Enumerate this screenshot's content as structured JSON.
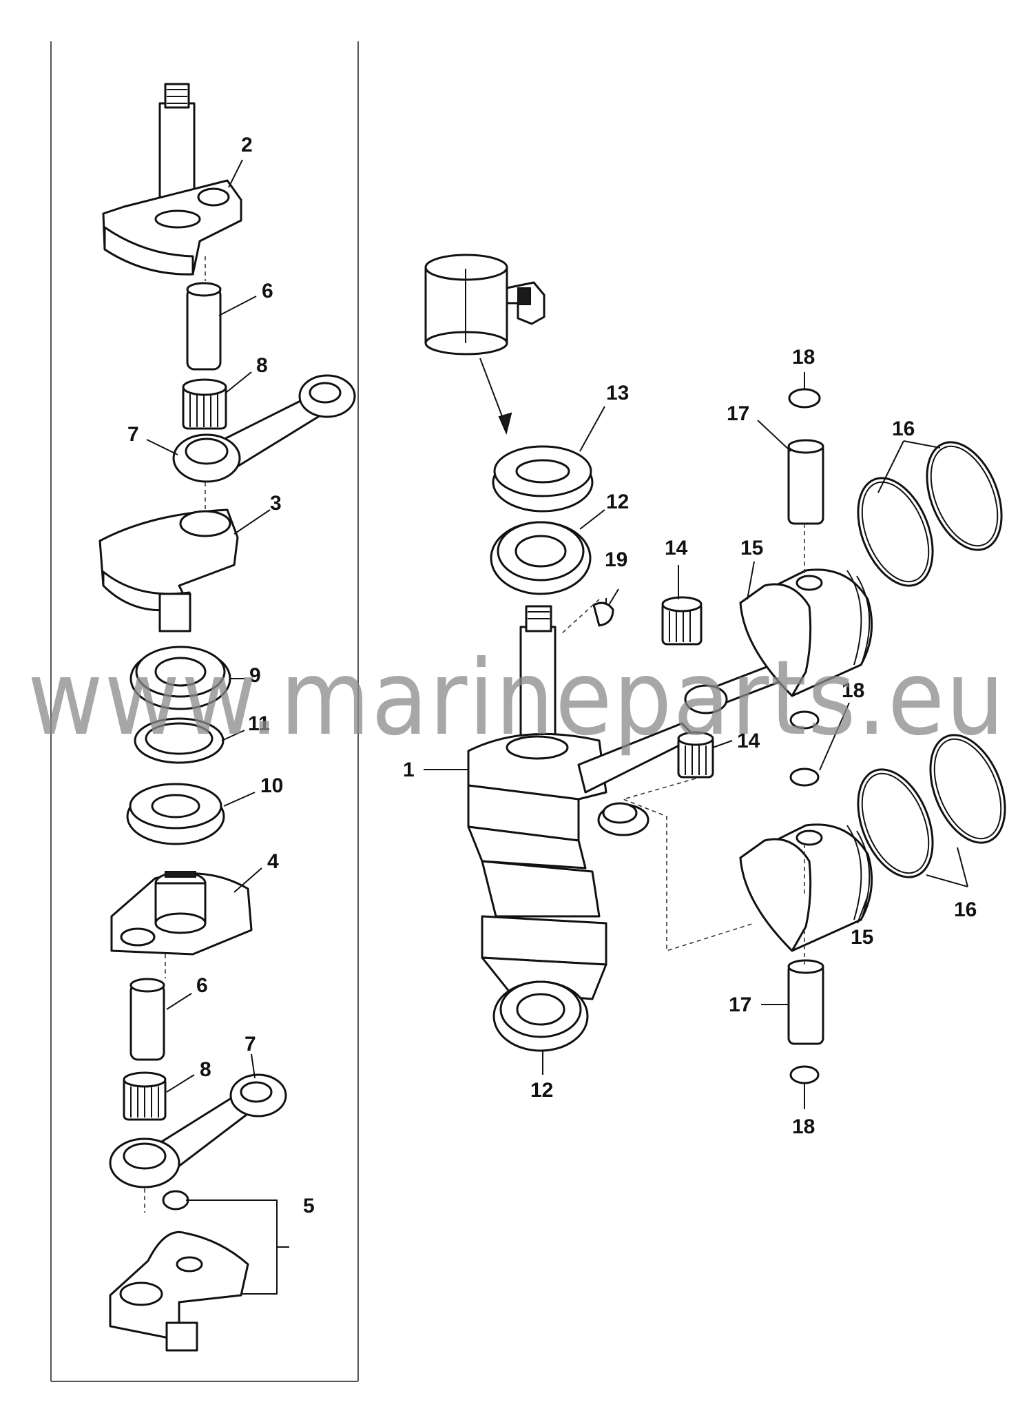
{
  "watermark": "www.marineparts.eu",
  "callouts": [
    {
      "id": "c-2",
      "text": "2"
    },
    {
      "id": "c-6a",
      "text": "6"
    },
    {
      "id": "c-8a",
      "text": "8"
    },
    {
      "id": "c-7a",
      "text": "7"
    },
    {
      "id": "c-3",
      "text": "3"
    },
    {
      "id": "c-9",
      "text": "9"
    },
    {
      "id": "c-11",
      "text": "11"
    },
    {
      "id": "c-10",
      "text": "10"
    },
    {
      "id": "c-4",
      "text": "4"
    },
    {
      "id": "c-6b",
      "text": "6"
    },
    {
      "id": "c-7b",
      "text": "7"
    },
    {
      "id": "c-8b",
      "text": "8"
    },
    {
      "id": "c-5",
      "text": "5"
    },
    {
      "id": "c-13",
      "text": "13"
    },
    {
      "id": "c-12a",
      "text": "12"
    },
    {
      "id": "c-19",
      "text": "19"
    },
    {
      "id": "c-14a",
      "text": "14"
    },
    {
      "id": "c-15a",
      "text": "15"
    },
    {
      "id": "c-18a",
      "text": "18"
    },
    {
      "id": "c-17a",
      "text": "17"
    },
    {
      "id": "c-16a",
      "text": "16"
    },
    {
      "id": "c-18b",
      "text": "18"
    },
    {
      "id": "c-14b",
      "text": "14"
    },
    {
      "id": "c-1",
      "text": "1"
    },
    {
      "id": "c-16b",
      "text": "16"
    },
    {
      "id": "c-15b",
      "text": "15"
    },
    {
      "id": "c-17b",
      "text": "17"
    },
    {
      "id": "c-12b",
      "text": "12"
    },
    {
      "id": "c-18c",
      "text": "18"
    }
  ]
}
